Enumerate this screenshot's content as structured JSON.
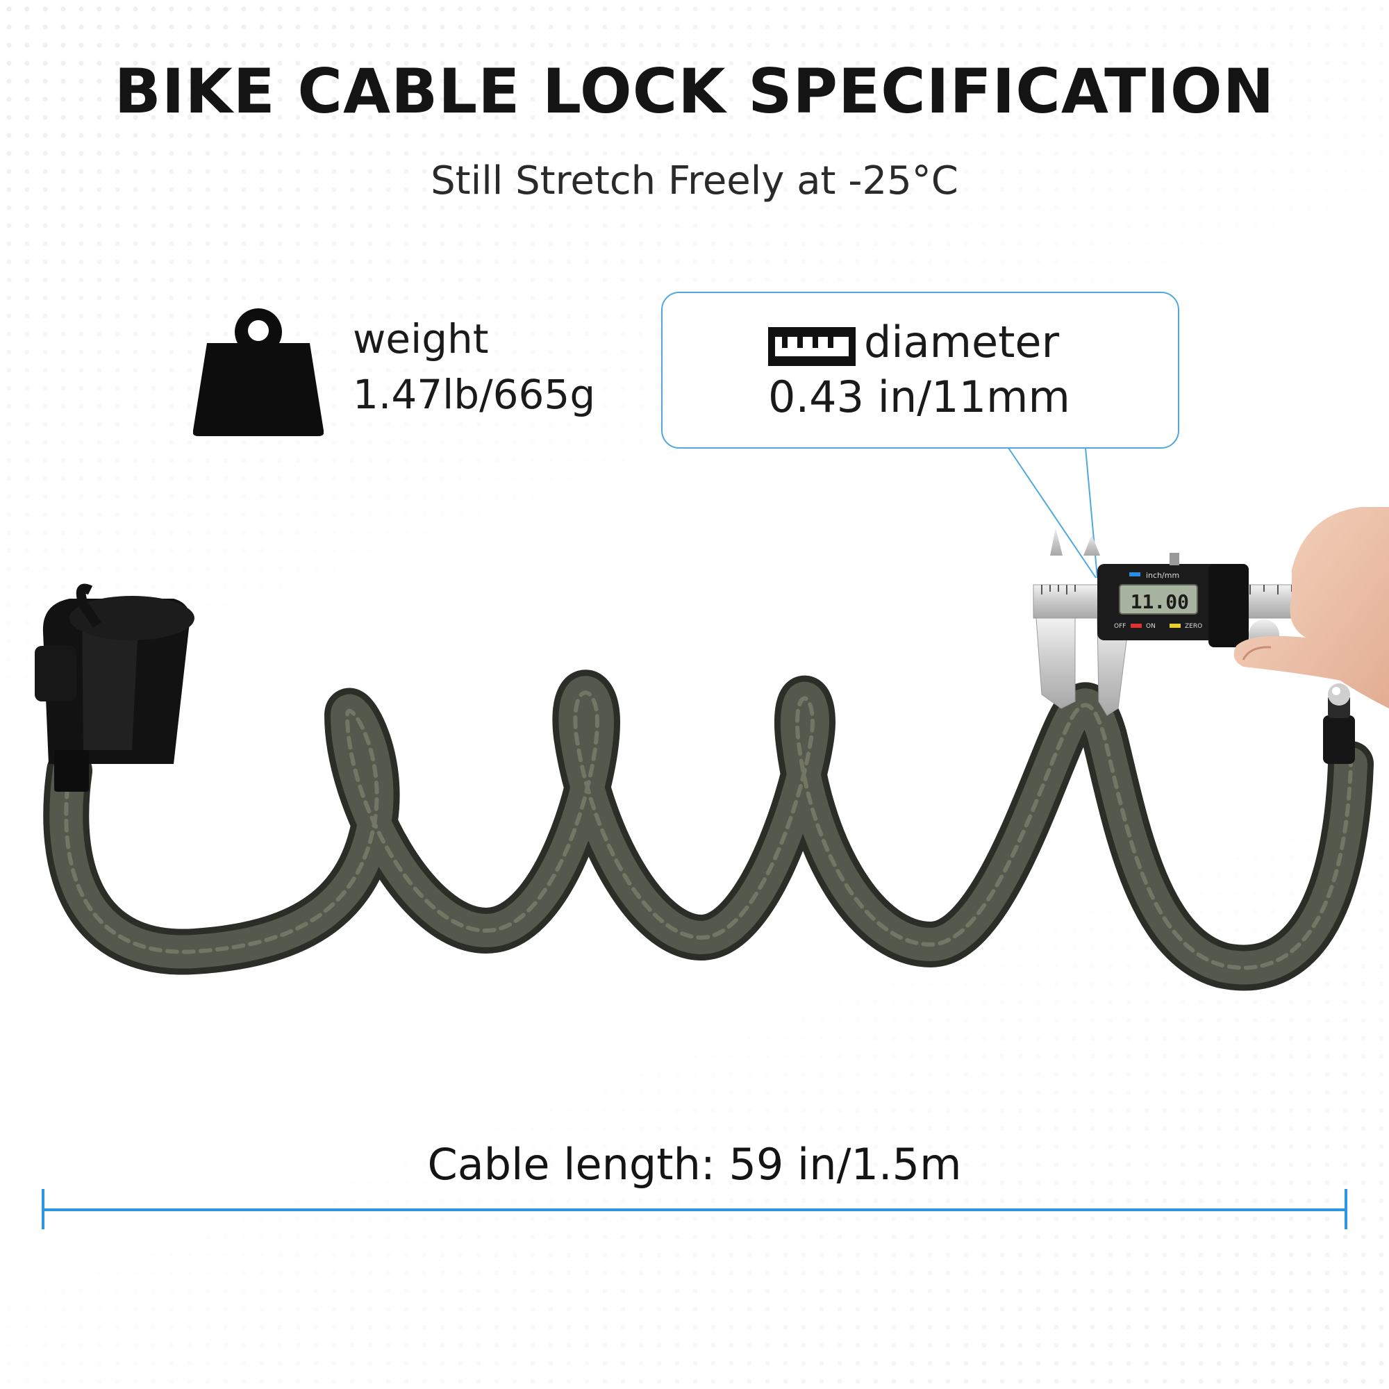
{
  "header": {
    "title": "BIKE CABLE LOCK SPECIFICATION",
    "subtitle": "Still Stretch Freely at -25°C"
  },
  "weight": {
    "label": "weight",
    "value": "1.47lb/665g",
    "icon": "weight-icon"
  },
  "diameter": {
    "label": "diameter",
    "value": "0.43 in/11mm",
    "icon": "ruler-icon"
  },
  "caliper": {
    "unit_label": "inch/mm",
    "reading": "11.00",
    "off_label": "OFF",
    "on_label": "ON",
    "zero_label": "ZERO"
  },
  "length": {
    "label": "Cable length: 59 in/1.5m"
  },
  "colors": {
    "accent": "#2e96e0",
    "cable": "#4a4c44",
    "text": "#141414"
  }
}
